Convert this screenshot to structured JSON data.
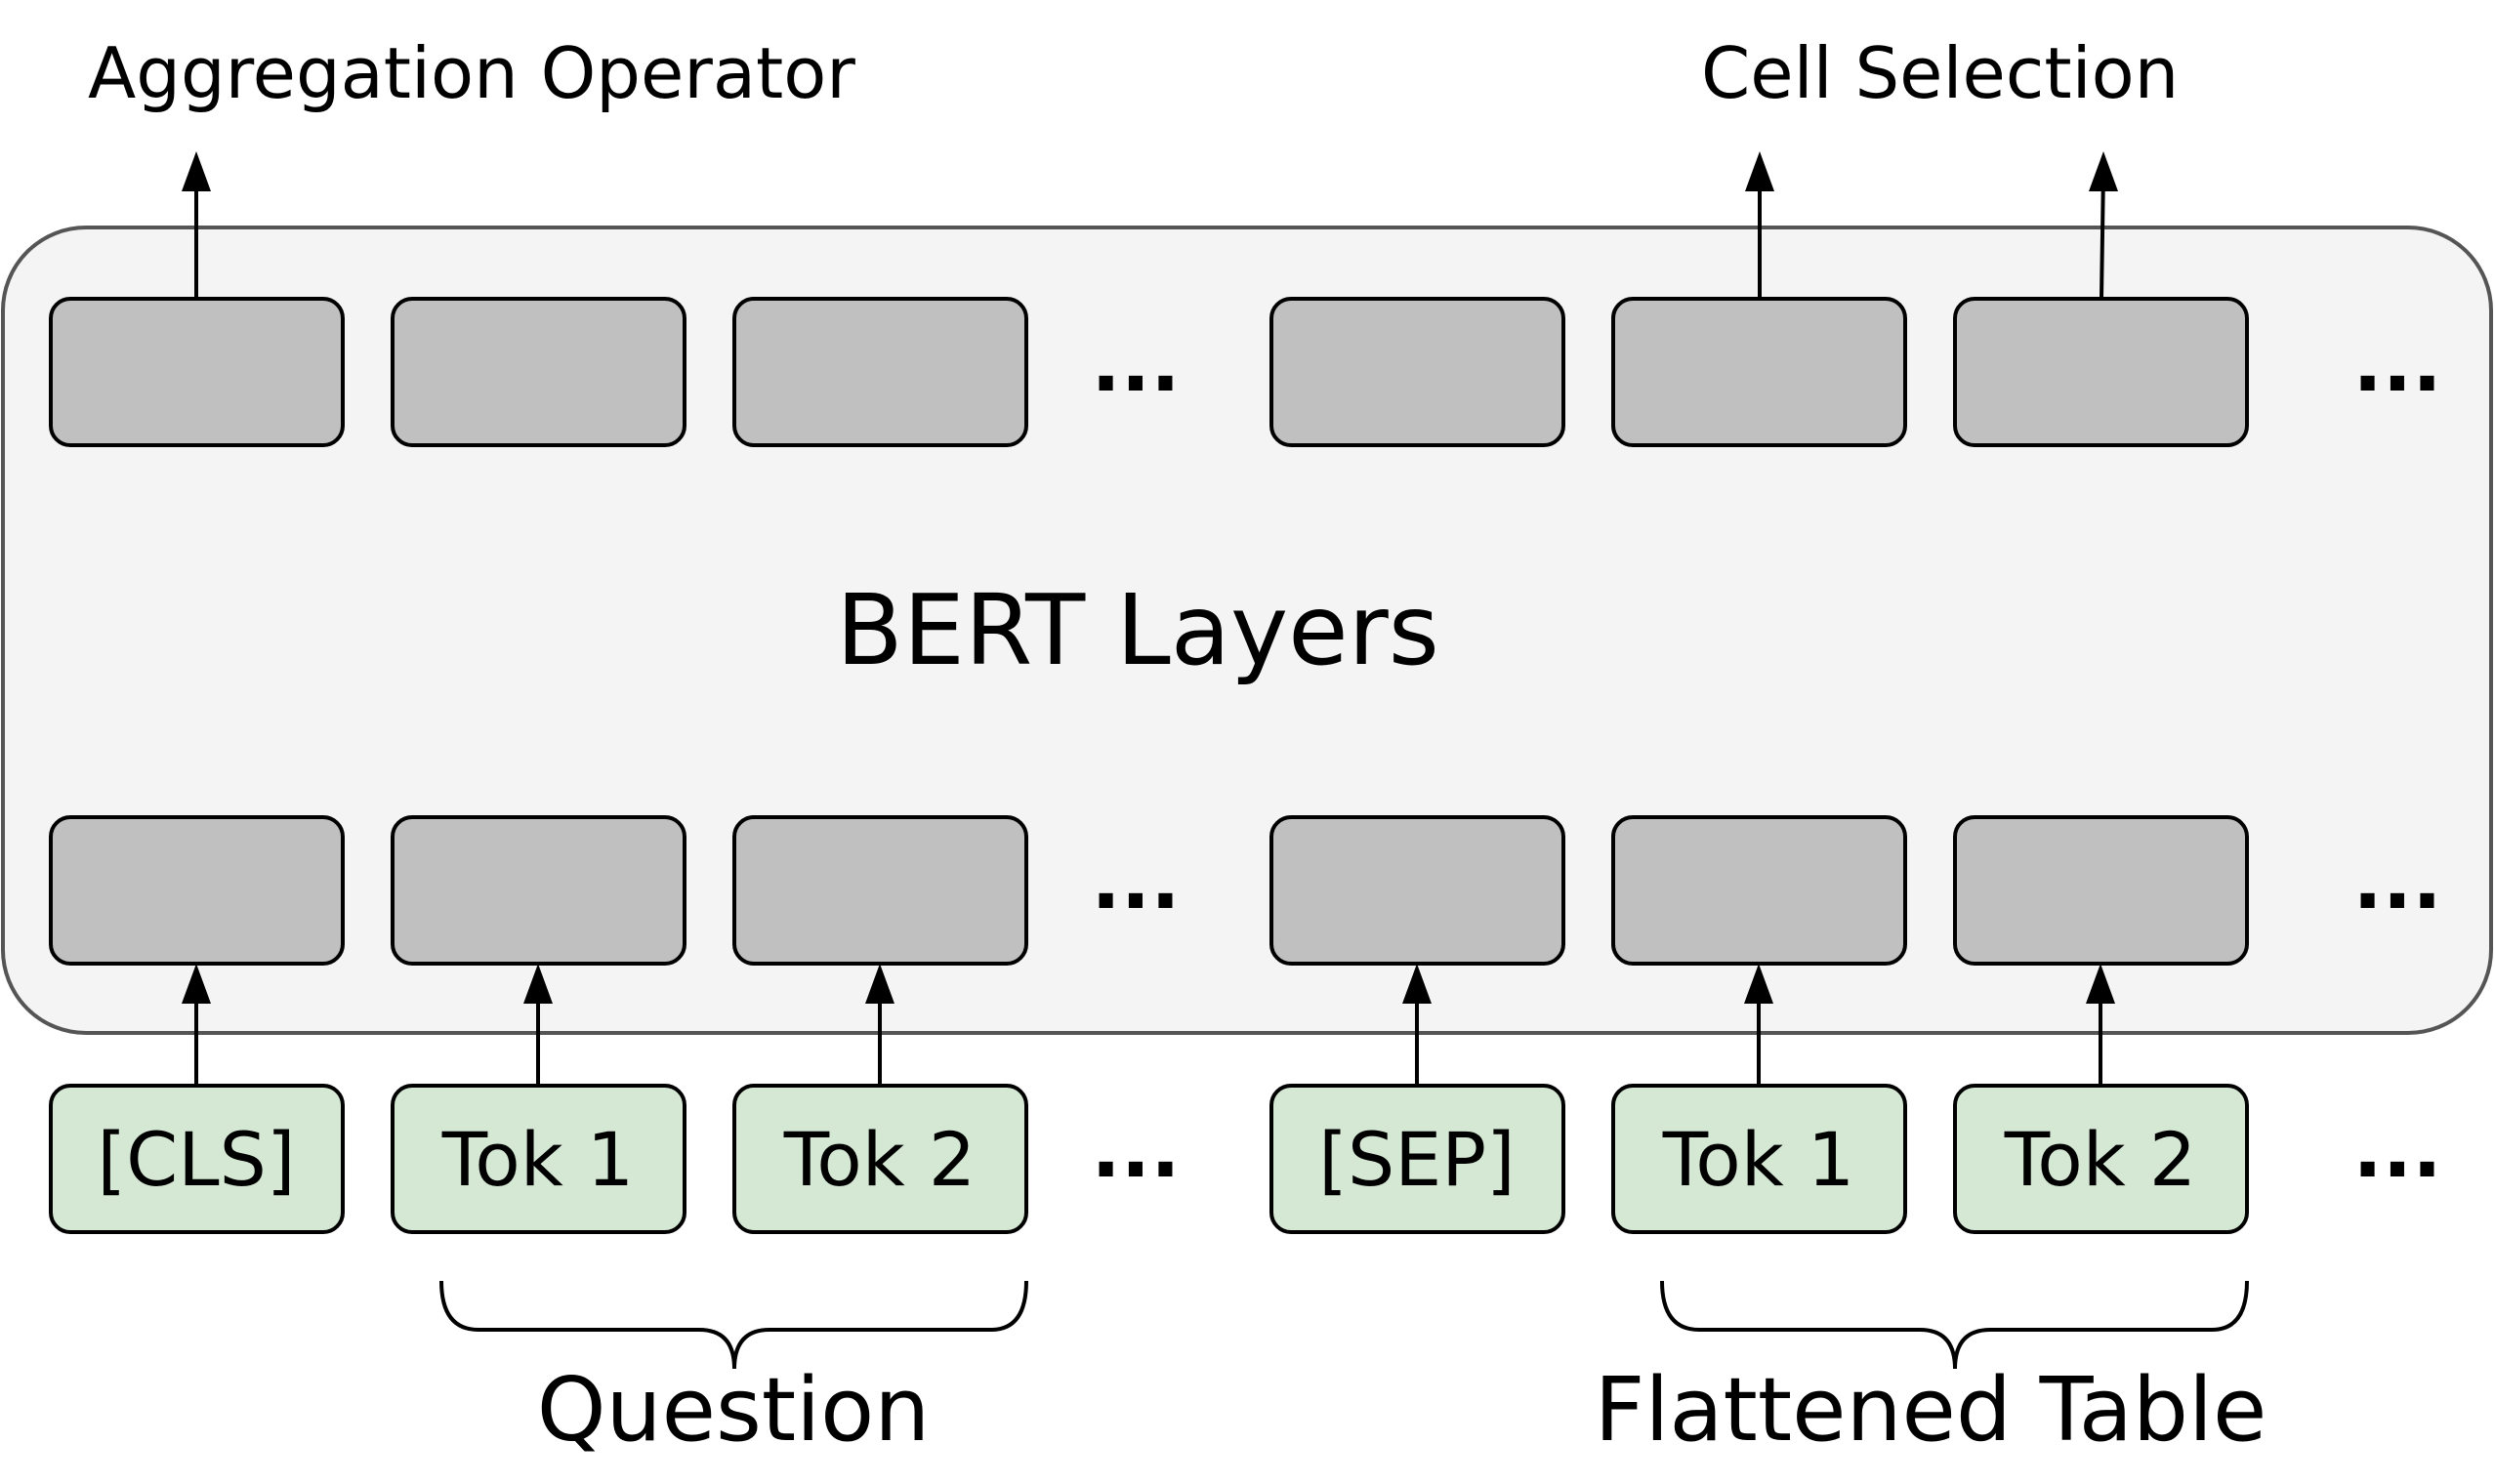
{
  "outputs": {
    "aggregation": "Aggregation Operator",
    "cell_selection": "Cell Selection"
  },
  "model": {
    "label": "BERT Layers"
  },
  "tokens": [
    "[CLS]",
    "Tok 1",
    "Tok 2",
    "[SEP]",
    "Tok 1",
    "Tok 2"
  ],
  "ellipsis": "...",
  "groups": {
    "question": "Question",
    "flattened_table": "Flattened Table"
  },
  "colors": {
    "panel_fill": "#f4f4f4",
    "panel_stroke": "#555555",
    "hidden_box_fill": "#c0c0c0",
    "token_box_fill": "#d5e8d4",
    "stroke": "#000000"
  }
}
